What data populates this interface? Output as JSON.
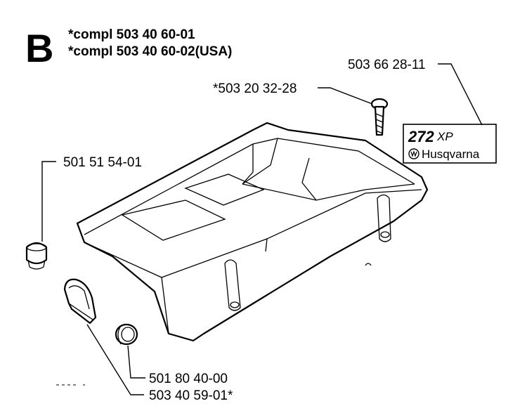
{
  "header": {
    "section_letter": "B",
    "lines": [
      "*compl 503 40 60-01",
      "*compl 503 40 60-02(USA)"
    ]
  },
  "decal": {
    "model": "272",
    "suffix": "XP",
    "brand": "Husqvarna"
  },
  "callouts": [
    {
      "id": "decal",
      "label": "503 66 28-11"
    },
    {
      "id": "screw",
      "label": "*503 20 32-28"
    },
    {
      "id": "plug",
      "label": "501 51 54-01"
    },
    {
      "id": "grommet",
      "label": "501 80 40-00"
    },
    {
      "id": "cover-piece",
      "label": "503 40 59-01*"
    }
  ]
}
